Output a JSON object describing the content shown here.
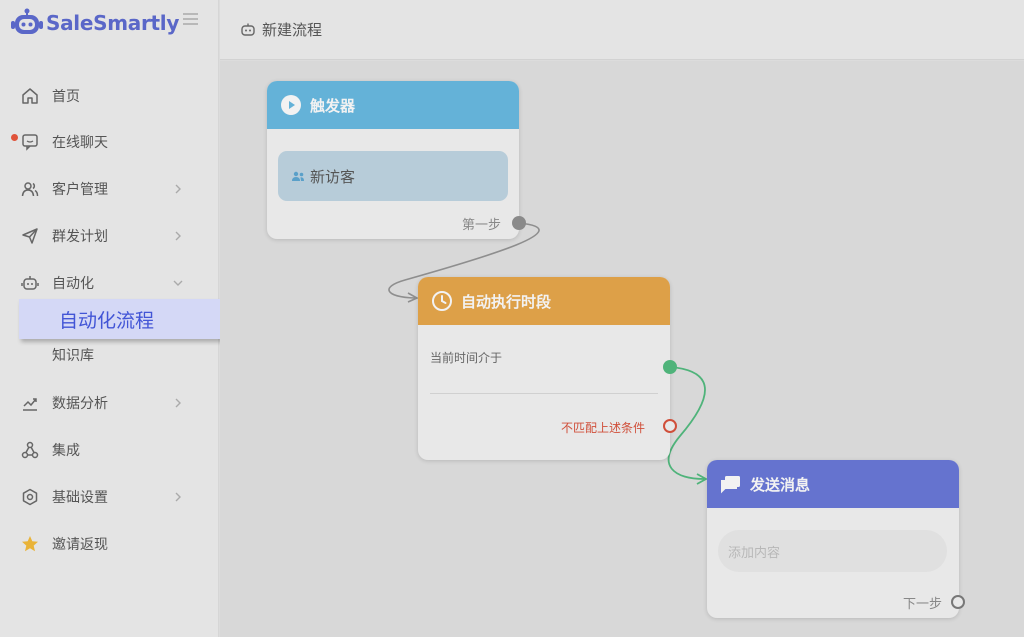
{
  "app": {
    "brand": "SaleSmartly",
    "brand_color": "#5a67c8"
  },
  "sidebar": {
    "items": [
      {
        "label": "首页",
        "icon": "home-icon"
      },
      {
        "label": "在线聊天",
        "icon": "chat-icon",
        "badge": "red-dot"
      },
      {
        "label": "客户管理",
        "icon": "users-icon",
        "expandable": true
      },
      {
        "label": "群发计划",
        "icon": "send-icon",
        "expandable": true
      },
      {
        "label": "自动化",
        "icon": "robot-icon",
        "expanded": true
      },
      {
        "label": "数据分析",
        "icon": "chart-icon",
        "expandable": true
      },
      {
        "label": "集成",
        "icon": "integration-icon"
      },
      {
        "label": "基础设置",
        "icon": "gear-icon",
        "expandable": true
      },
      {
        "label": "邀请返现",
        "icon": "star-icon"
      }
    ],
    "submenu": {
      "active": "自动化流程",
      "second": "知识库"
    }
  },
  "header": {
    "title": "新建流程",
    "icon": "robot-icon"
  },
  "flow": {
    "trigger": {
      "title": "触发器",
      "condition": "新访客",
      "step": "第一步",
      "color": "#64b2d8"
    },
    "timer": {
      "title": "自动执行时段",
      "current": "当前时间介于",
      "nomatch": "不匹配上述条件",
      "color": "#dda048"
    },
    "send": {
      "title": "发送消息",
      "placeholder": "添加内容",
      "step": "下一步",
      "color": "#6573cf"
    }
  },
  "colors": {
    "match_port": "#4fb37a",
    "nomatch_port": "#d04f3a",
    "step_port": "#888888"
  }
}
